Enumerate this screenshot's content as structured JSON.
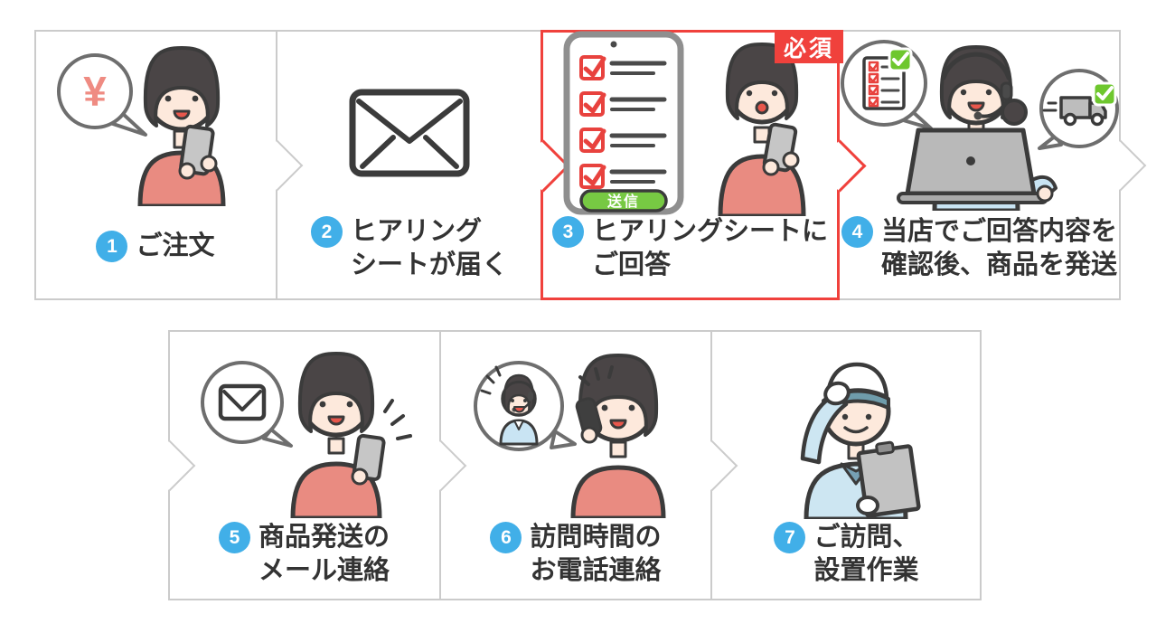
{
  "colors": {
    "step_number_badge_blue": "#41afe8",
    "highlight_red": "#f0413c",
    "box_border_gray": "#cbcbcb",
    "label_text": "#333333",
    "send_button_green": "#77c943",
    "check_badge_green": "#6ec72e",
    "sweater_salmon": "#e98b81",
    "uniform_light_blue": "#c9e4f3",
    "yen_symbol_salmon": "#ef8b82"
  },
  "rows": [
    {
      "steps": [
        {
          "number": "1",
          "lines": [
            "ご注文"
          ],
          "bubble_symbol": "¥",
          "illustration": "woman-ordering-by-smartphone-with-yen-speech-bubble"
        },
        {
          "number": "2",
          "lines": [
            "ヒアリング",
            "シートが届く"
          ],
          "illustration": "envelope"
        },
        {
          "number": "3",
          "lines": [
            "ヒアリングシートに",
            "ご回答"
          ],
          "badge": "必須",
          "send_button_label": "送信",
          "highlighted": true,
          "illustration": "smartphone-checklist-form-with-woman"
        },
        {
          "number": "4",
          "lines": [
            "当店でご回答内容を",
            "確認後、商品を発送"
          ],
          "illustration": "support-operator-at-laptop-with-checklist-and-truck-bubbles"
        }
      ]
    },
    {
      "steps": [
        {
          "number": "5",
          "lines": [
            "商品発送の",
            "メール連絡"
          ],
          "illustration": "woman-receiving-shipping-email-with-mail-bubble"
        },
        {
          "number": "6",
          "lines": [
            "訪問時間の",
            "お電話連絡"
          ],
          "illustration": "woman-on-phone-with-operator-speech-bubble"
        },
        {
          "number": "7",
          "lines": [
            "ご訪問、",
            "設置作業"
          ],
          "illustration": "installation-worker-with-cap-and-clipboard"
        }
      ]
    }
  ]
}
